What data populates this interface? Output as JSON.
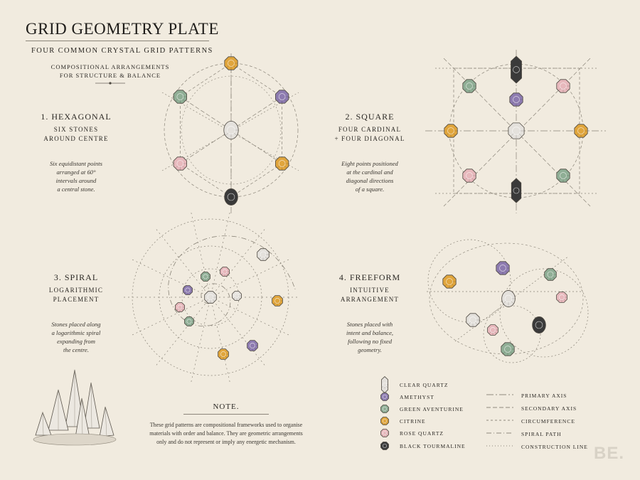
{
  "header": {
    "title": "GRID GEOMETRY PLATE",
    "subtitle": "FOUR COMMON CRYSTAL GRID PATTERNS",
    "tagline_1": "COMPOSITIONAL ARRANGEMENTS",
    "tagline_2": "FOR STRUCTURE & BALANCE"
  },
  "sections": {
    "hexagonal": {
      "title": "1. HEXAGONAL",
      "sub_1": "SIX STONES",
      "sub_2": "AROUND CENTRE",
      "desc": [
        "Six equidistant points",
        "arranged at 60°",
        "intervals around",
        "a central stone."
      ]
    },
    "square": {
      "title": "2. SQUARE",
      "sub_1": "FOUR CARDINAL",
      "sub_2": "+ FOUR DIAGONAL",
      "desc": [
        "Eight points positioned",
        "at the cardinal and",
        "diagonal directions",
        "of a square."
      ]
    },
    "spiral": {
      "title": "3. SPIRAL",
      "sub_1": "LOGARITHMIC",
      "sub_2": "PLACEMENT",
      "desc": [
        "Stones placed along",
        "a logarithmic spiral",
        "expanding from",
        "the centre."
      ]
    },
    "freeform": {
      "title": "4. FREEFORM",
      "sub_1": "INTUITIVE",
      "sub_2": "ARRANGEMENT",
      "desc": [
        "Stones placed with",
        "intent and balance,",
        "following no fixed",
        "geometry."
      ]
    }
  },
  "stones": {
    "clear_quartz": "#e4e1dc",
    "amethyst": "#8d7bb0",
    "green_aventurine": "#8fae95",
    "citrine": "#e0a53c",
    "rose_quartz": "#e7b8bc",
    "black_tourmaline": "#3a3a3a"
  },
  "legend": {
    "stones": [
      "CLEAR QUARTZ",
      "AMETHYST",
      "GREEN AVENTURINE",
      "CITRINE",
      "ROSE QUARTZ",
      "BLACK TOURMALINE"
    ],
    "lines": [
      "PRIMARY AXIS",
      "SECONDARY AXIS",
      "CIRCUMFERENCE",
      "SPIRAL PATH",
      "CONSTRUCTION LINE"
    ]
  },
  "note": {
    "title": "NOTE.",
    "lines": [
      "These grid patterns are compositional frameworks used to organise",
      "materials with order and balance. They are geometric arrangements",
      "only and do not represent or imply any energetic mechanism."
    ]
  },
  "logo": "BE."
}
